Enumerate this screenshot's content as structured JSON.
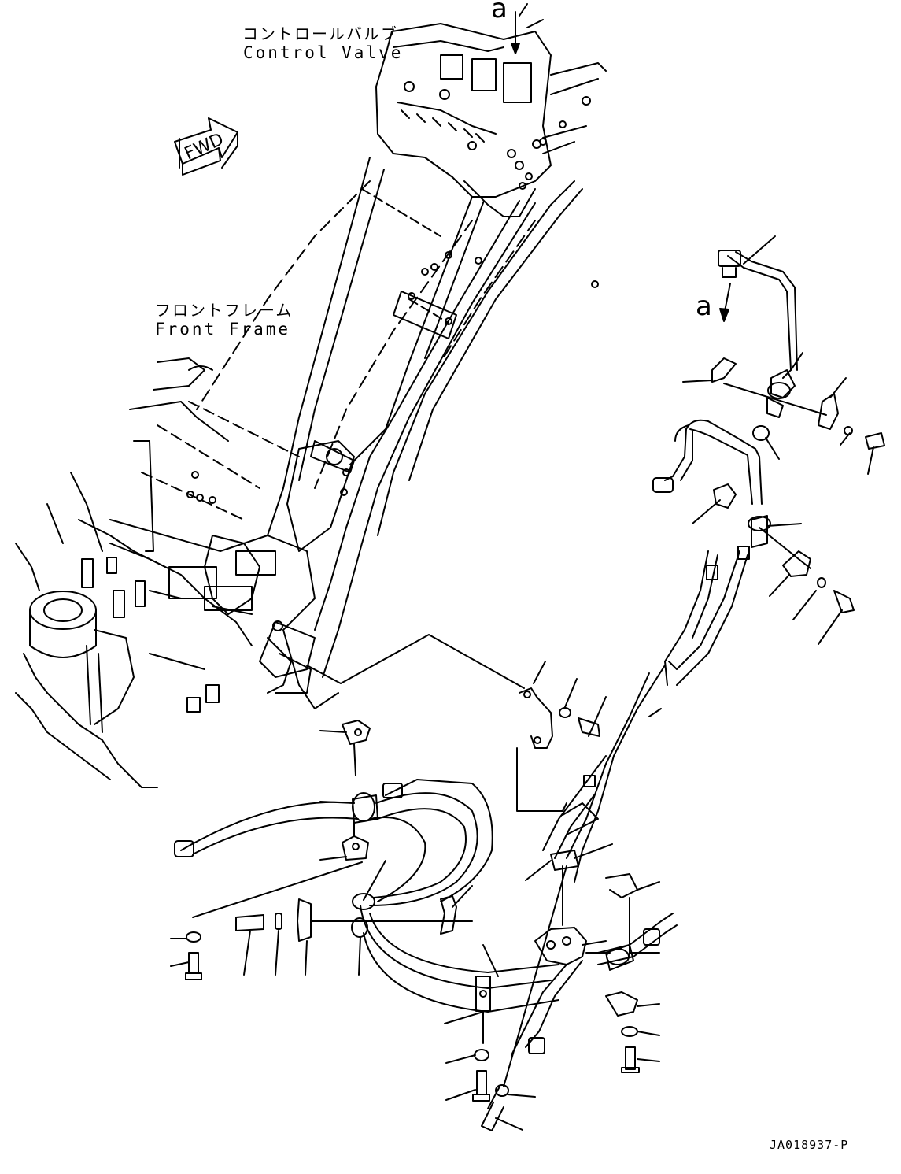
{
  "labels": {
    "control_valve_jp": "コントロールバルブ",
    "control_valve_en": "Control Valve",
    "front_frame_jp": "フロントフレーム",
    "front_frame_en": "Front Frame",
    "view_a_top": "a",
    "view_a_right": "a",
    "fwd": "FWD",
    "drawing_id": "JA018937-P"
  },
  "colors": {
    "line": "#000000",
    "background": "#ffffff"
  }
}
